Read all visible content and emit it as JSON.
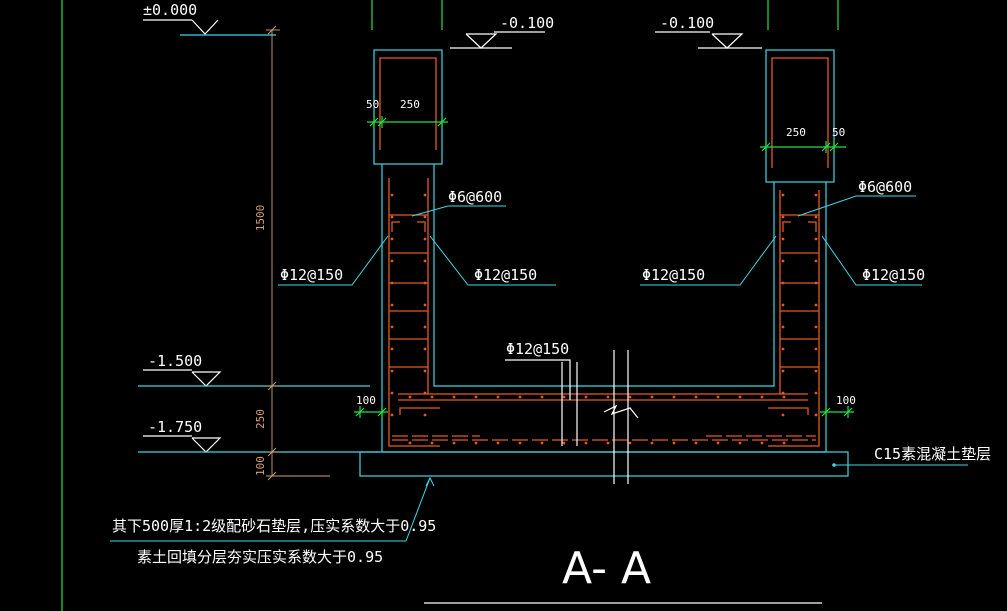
{
  "levels": {
    "top_left": "±0.000",
    "top_mid": "-0.100",
    "top_right": "-0.100",
    "mid": "-1.500",
    "bottom": "-1.750"
  },
  "dimensions": {
    "wall_height": "1500",
    "slab_thickness": "250",
    "cushion_thickness": "100",
    "left_offset": "50",
    "left_width": "250",
    "right_width": "250",
    "right_offset": "50",
    "left_foot": "100",
    "right_foot": "100"
  },
  "rebar": {
    "left_tie": "Φ6@600",
    "right_tie": "Φ6@600",
    "left_outer": "Φ12@150",
    "left_inner": "Φ12@150",
    "right_inner": "Φ12@150",
    "right_outer": "Φ12@150",
    "bottom": "Φ12@150"
  },
  "notes": {
    "cushion": "C15素混凝土垫层",
    "foundation_line1": "其下500厚1:2级配砂石垫层,压实系数大于0.95",
    "foundation_line2": "素土回填分层夯实压实系数大于0.95"
  },
  "section_title": "A- A",
  "colors": {
    "structure": "#3fd7e6",
    "rebar": "#e05a28",
    "dimension": "#c9a27a",
    "reference": "#22e04a",
    "text": "#ffffff"
  }
}
